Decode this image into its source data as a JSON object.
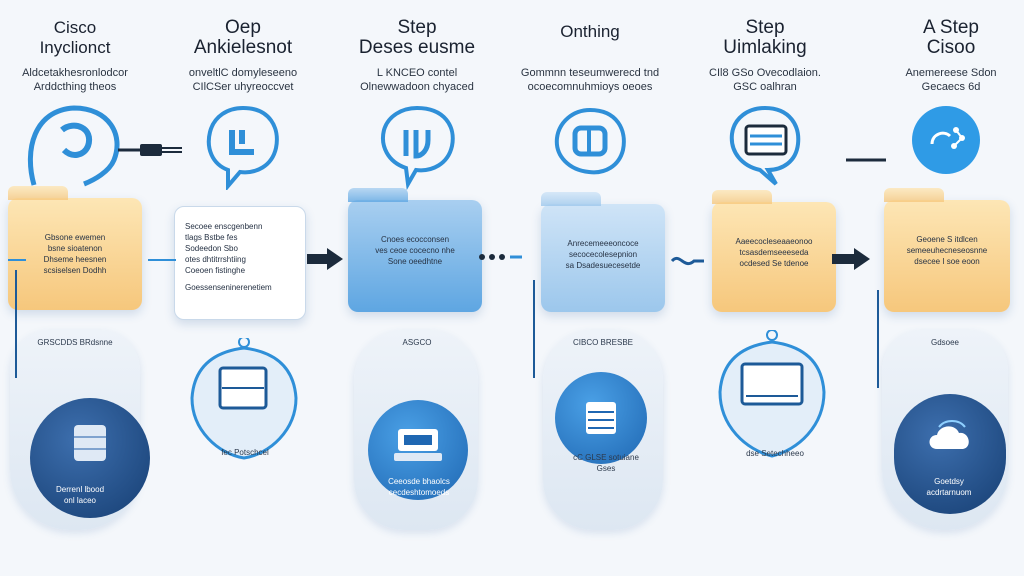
{
  "columns": [
    {
      "title_lines": [
        "Cisco",
        "Inyclionct"
      ],
      "sub_lines": [
        "Aldcetakhesronlodcor",
        "Arddcthing theos"
      ],
      "card_lines": [
        "Gbsone ewemen",
        "bsne sioatenon",
        "Dhseme heesnen",
        "scsiselsen Dodhh"
      ],
      "plate_label": "GRSCDDS BRdsnne",
      "disc_lines": [
        "Derrenl lbood",
        "onl laceo"
      ]
    },
    {
      "title_lines": [
        "Oep",
        "Ankielesnot"
      ],
      "sub_lines": [
        "onveltlC domyleseeno",
        "CIlCSer uhyreoccvet"
      ],
      "card_lines": [
        "Secoee enscgenbenn",
        "tlags Bstbe fes",
        "Sodeedon Sbo",
        "otes dhtitrrshtiing",
        "Coeoen fistinghe",
        "Goessenseninerenetiem"
      ],
      "plate_label": "",
      "disc_lines": [
        "fec Potschcel"
      ]
    },
    {
      "title_lines": [
        "Step",
        "Deses eusme"
      ],
      "sub_lines": [
        "L KNCEO contel",
        "Olnewwadoon chyaced"
      ],
      "card_lines": [
        "Cnoes ecocconsen",
        "ves ceoe cocecno nhe",
        "Sone oeedhtne"
      ],
      "plate_label": "ASGCO",
      "disc_lines": [
        "Ceeosde bhaolcs",
        "cecdeshtomoeds"
      ]
    },
    {
      "title_lines": [
        "Onthing"
      ],
      "sub_lines": [
        "Gommnn teseumwerecd tnd",
        "ocoecomnuhmioys oeoes"
      ],
      "card_lines": [
        "Anrecemeeeoncoce",
        "secocecolesepnion",
        "sa Dsadesuecesetde"
      ],
      "plate_label": "CIBCO BRESBE",
      "disc_lines": [
        "cC GLSE sotuiane",
        "Gses"
      ]
    },
    {
      "title_lines": [
        "Step",
        "Uimlaking"
      ],
      "sub_lines": [
        "CIl8 GSo Ovecodlaion.",
        "GSC oalhran"
      ],
      "card_lines": [
        "Aaeecocleseaaeonoo",
        "tcsasdemseeeseda",
        "ocdesed Se tdenoe"
      ],
      "plate_label": "",
      "disc_lines": [
        "dse Setechheeo"
      ]
    },
    {
      "title_lines": [
        "A Step",
        "Cisoo"
      ],
      "sub_lines": [
        "Anemereese Sdon",
        "Gecaecs 6d"
      ],
      "card_lines": [
        "Geoene S itdlcen",
        "semeeuhecneseosnne",
        "dsecee I soe eoon"
      ],
      "plate_label": "Gdsoee",
      "disc_lines": [
        "Goetdsy",
        "acdrtarnuom"
      ]
    }
  ],
  "colors": {
    "accent": "#2f8fd8",
    "accent_dark": "#1d5a98",
    "warm": "#f7d089",
    "arrow": "#1c2b3c"
  },
  "icons": [
    "person-head-icon",
    "cable-plug-icon",
    "chat-bubble-icon",
    "book-icon",
    "card-icon",
    "id-card-icon",
    "cloud-network-icon",
    "database-icon",
    "monitor-icon",
    "server-icon",
    "cloud-icon"
  ]
}
